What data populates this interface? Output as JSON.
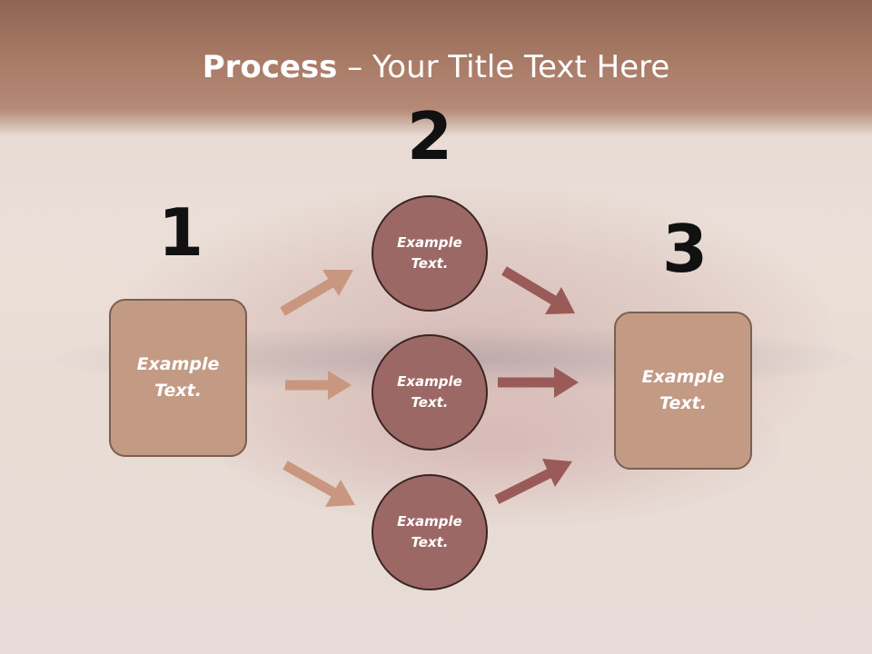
{
  "title": {
    "bold": "Process",
    "rest": " – Your Title Text Here"
  },
  "steps": [
    {
      "number": "1",
      "text_line1": "Example",
      "text_line2": "Text."
    },
    {
      "number": "2"
    },
    {
      "number": "3",
      "text_line1": "Example",
      "text_line2": "Text."
    }
  ],
  "circles": [
    {
      "text_line1": "Example",
      "text_line2": "Text."
    },
    {
      "text_line1": "Example",
      "text_line2": "Text."
    },
    {
      "text_line1": "Example",
      "text_line2": "Text."
    }
  ],
  "colors": {
    "header": "#a97b67",
    "box_fill": "#c39a84",
    "circle_fill": "#9c6866",
    "arrow_light": "#c9977f",
    "arrow_dark": "#9a5a58"
  }
}
